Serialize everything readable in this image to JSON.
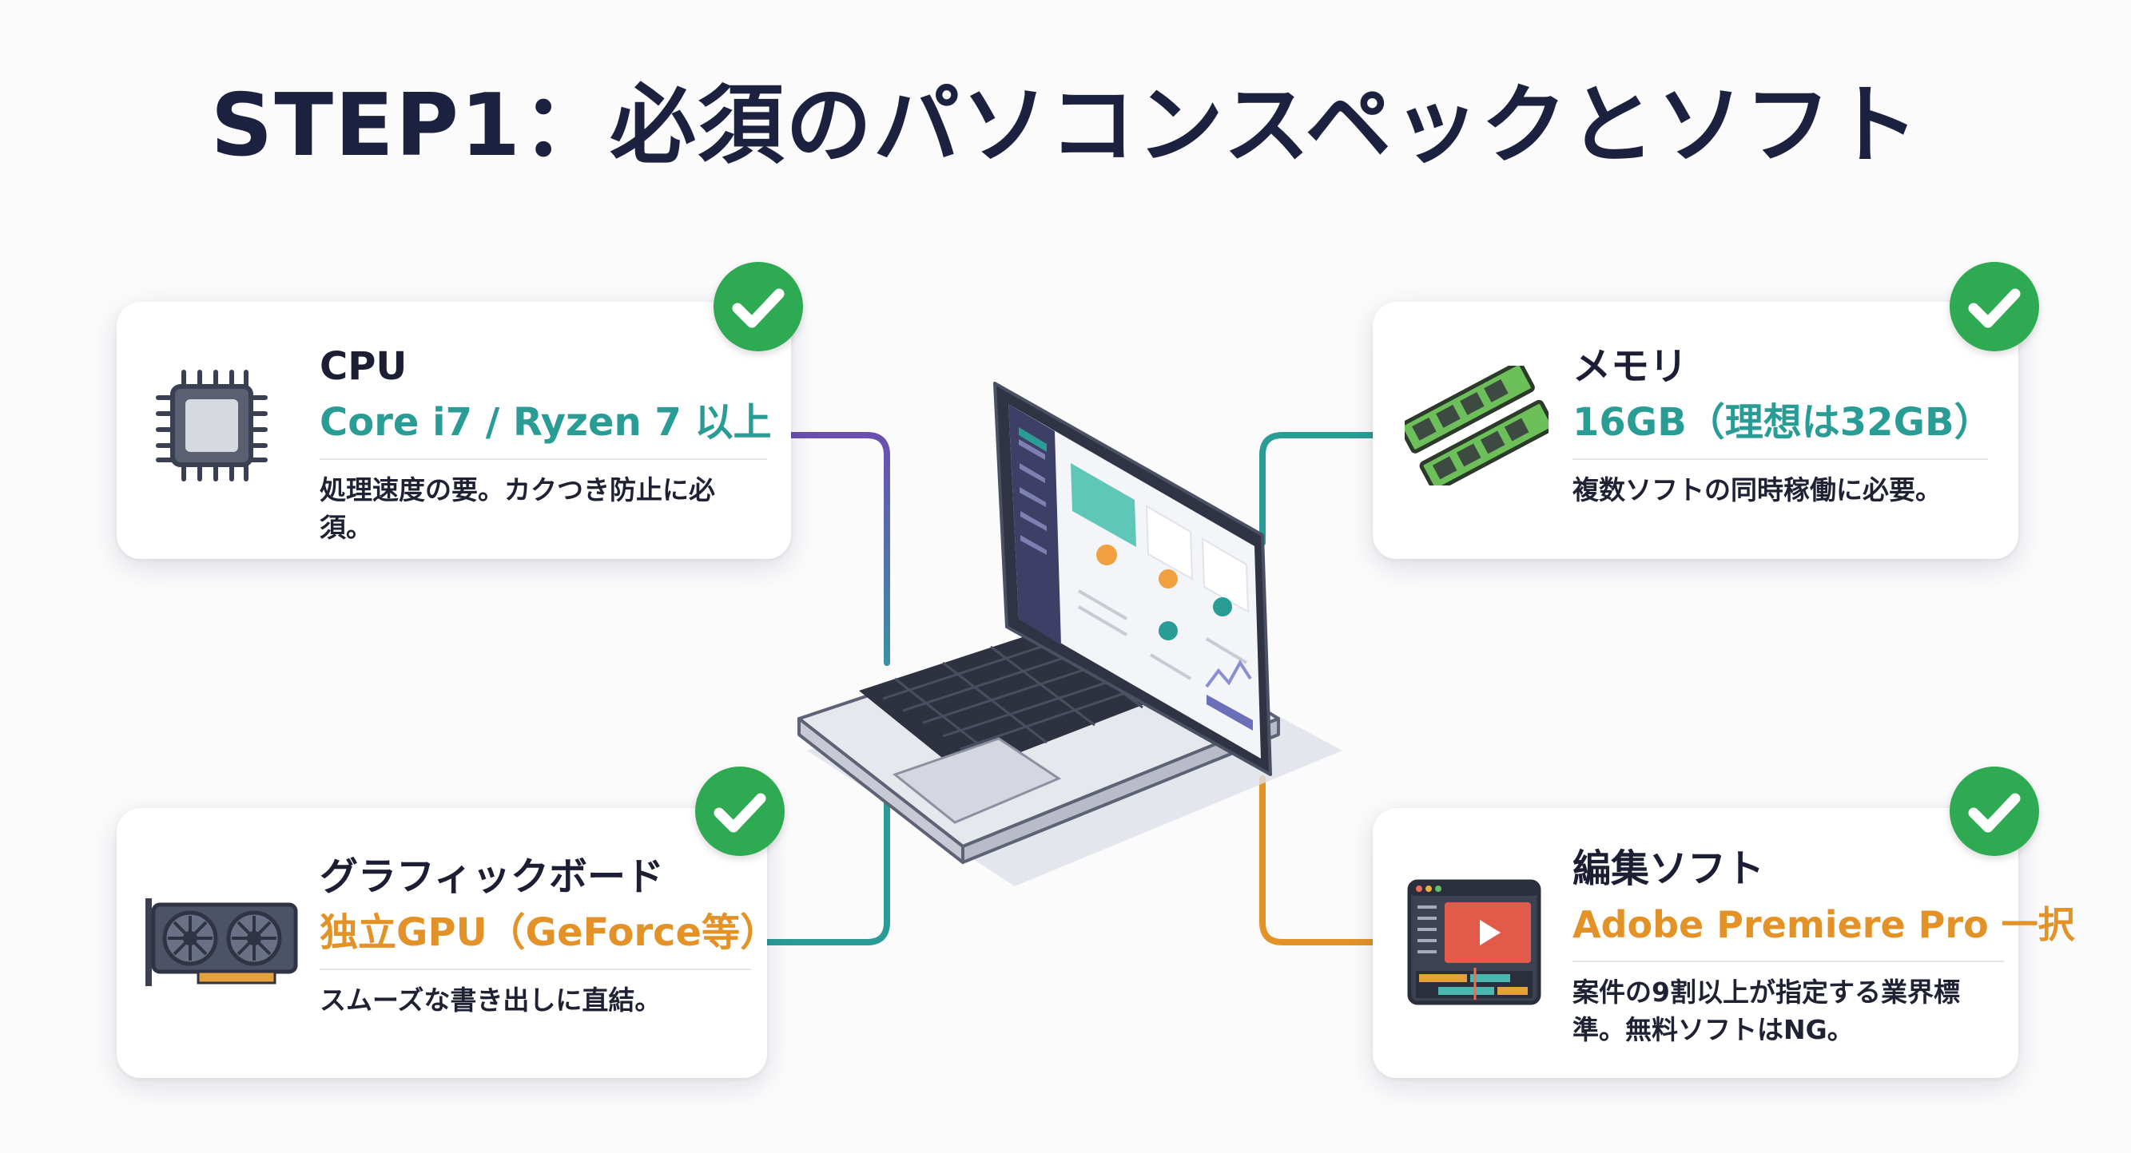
{
  "title": "STEP1：必須のパソコンスペックとソフト",
  "cards": {
    "cpu": {
      "name": "CPU",
      "spec": "Core i7 / Ryzen 7 以上",
      "desc": "処理速度の要。カクつき防止に必須。",
      "icon": "cpu-chip-icon"
    },
    "memory": {
      "name": "メモリ",
      "spec": "16GB（理想は32GB）",
      "desc": "複数ソフトの同時稼働に必要。",
      "icon": "ram-module-icon"
    },
    "gpu": {
      "name": "グラフィックボード",
      "spec": "独立GPU（GeForce等）",
      "desc": "スムーズな書き出しに直結。",
      "icon": "graphics-card-icon"
    },
    "software": {
      "name": "編集ソフト",
      "spec": "Adobe Premiere Pro 一択",
      "desc": "案件の9割以上が指定する業界標準。無料ソフトはNG。",
      "icon": "video-editor-icon"
    }
  },
  "colors": {
    "title": "#1d2140",
    "accent_teal": "#2a9c96",
    "accent_orange": "#e39228",
    "wire_purple": "#6a4fb0",
    "check_green": "#2eaa52"
  }
}
